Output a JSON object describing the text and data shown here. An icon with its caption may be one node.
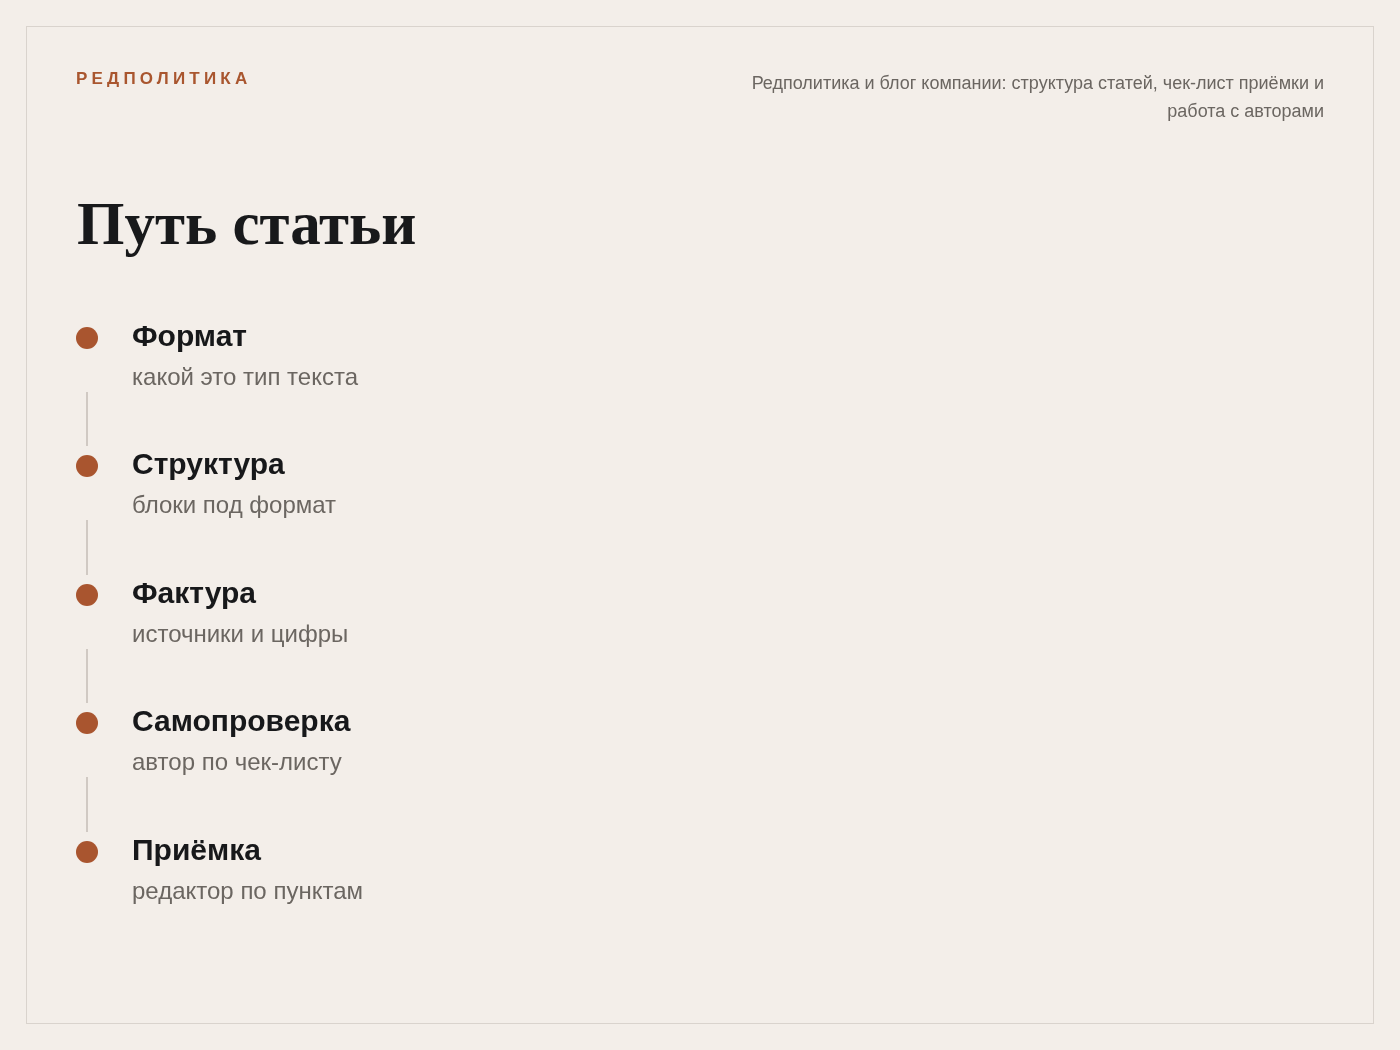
{
  "diagram": {
    "title": "Путь статьи",
    "nodes": [
      {
        "text": [
          "Формат",
          "какой это тип текста"
        ]
      },
      {
        "text": [
          "Структура",
          "блоки под формат"
        ]
      },
      {
        "text": [
          "Фактура",
          "источники и цифры"
        ]
      },
      {
        "text": [
          "Самопроверка",
          "автор по чек-листу"
        ]
      },
      {
        "text": [
          "Приёмка",
          "редактор по пунктам"
        ]
      }
    ],
    "edges": [
      {
        "from": 0,
        "to": 1,
        "arrow": "none"
      },
      {
        "from": 1,
        "to": 2,
        "arrow": "none"
      },
      {
        "from": 2,
        "to": 3,
        "arrow": "none"
      },
      {
        "from": 3,
        "to": 4,
        "arrow": "none"
      }
    ],
    "labels": [
      "РЕДПОЛИТИКА",
      "Редполитика и блог компании: структура статей, чек-лист приёмки и работа с авторами"
    ]
  }
}
